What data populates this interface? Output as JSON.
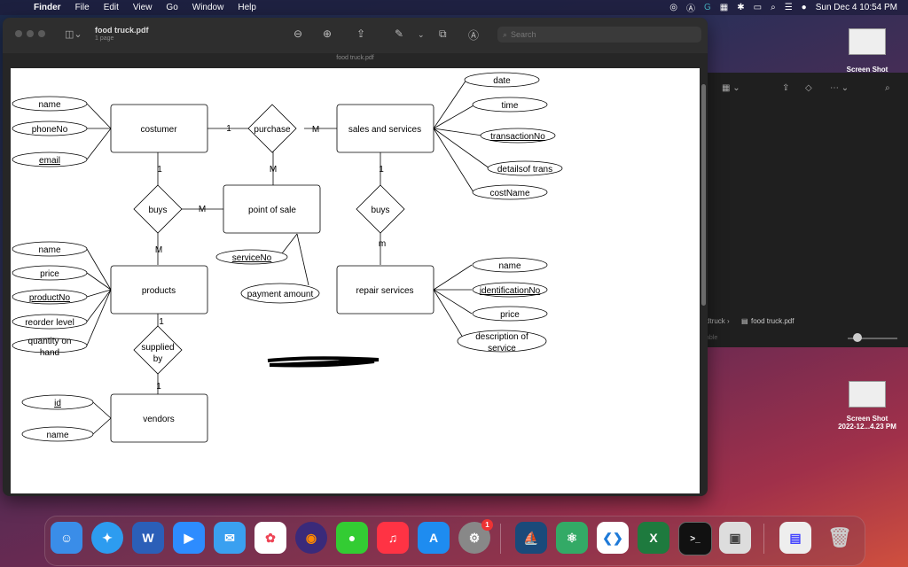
{
  "menubar": {
    "app": "Finder",
    "items": [
      "File",
      "Edit",
      "View",
      "Go",
      "Window",
      "Help"
    ],
    "clock": "Sun Dec 4  10:54 PM"
  },
  "window": {
    "doc_title": "food truck.pdf",
    "doc_subtitle": "1 page",
    "tab_name": "food truck.pdf",
    "search_placeholder": "Search"
  },
  "right_panel": {
    "path": "dtruck ›",
    "file": "food truck.pdf",
    "label": "able"
  },
  "desktop": {
    "icon1": "Screen Shot",
    "icon2_line1": "Screen Shot",
    "icon2_line2": "2022-12...4.23 PM"
  },
  "er": {
    "customer": "costumer",
    "purchase": "purchase",
    "sales": "sales and services",
    "pos": "point of sale",
    "buys1": "buys",
    "buys2": "buys",
    "products": "products",
    "repair": "repair services",
    "supplied1": "supplied",
    "supplied2": "by",
    "vendors": "vendors",
    "c_name": "name",
    "c_phone": "phoneNo",
    "c_email": "email",
    "s_date": "date",
    "s_time": "time",
    "s_trans": "transactionNo",
    "s_detail": "detailsof trans",
    "s_cost": "costName",
    "pos_service": "serviceNo",
    "pos_payment": "payment amount",
    "p_name": "name",
    "p_price": "price",
    "p_product": "productNo",
    "p_reorder": "reorder level",
    "p_qty1": "quantity on",
    "p_qty2": "hand",
    "r_name": "name",
    "r_id": "identificationNo",
    "r_price": "price",
    "r_desc1": "description of",
    "r_desc2": "service",
    "v_id": "id",
    "v_name": "name",
    "card_1a": "1",
    "card_ma": "M",
    "card_mb": "M",
    "card_1b": "1",
    "card_1c": "1",
    "card_md": "M",
    "card_me": "M",
    "card_mf": "m",
    "card_1g": "1",
    "card_1h": "1"
  },
  "dock": {
    "word": "W",
    "excel": "X",
    "terminal": ">_",
    "badge": "1"
  }
}
